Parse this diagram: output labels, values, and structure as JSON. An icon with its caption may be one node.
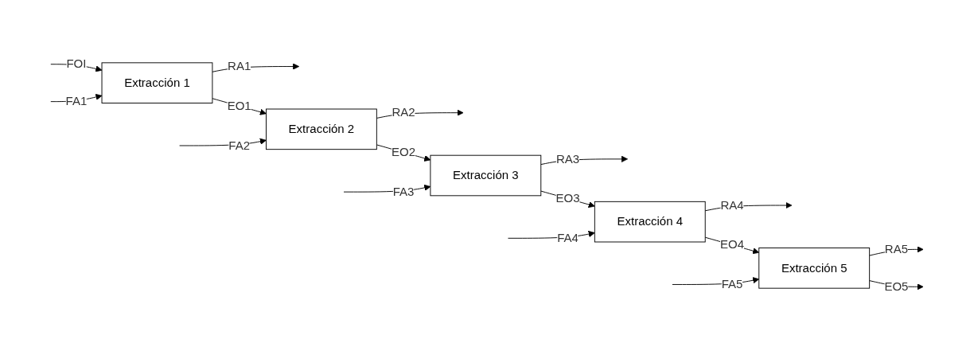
{
  "diagram": {
    "nodes": [
      {
        "text": [
          "Extracción 1"
        ]
      },
      {
        "text": [
          "Extracción 2"
        ]
      },
      {
        "text": [
          "Extracción 3"
        ]
      },
      {
        "text": [
          "Extracción 4"
        ]
      },
      {
        "text": [
          "Extracción 5"
        ]
      }
    ],
    "edges": [
      {
        "from": null,
        "to": 0,
        "arrow": "to",
        "label": "FOI"
      },
      {
        "from": null,
        "to": 0,
        "arrow": "to",
        "label": "FA1"
      },
      {
        "from": 0,
        "to": null,
        "arrow": "to",
        "label": "RA1"
      },
      {
        "from": 0,
        "to": 1,
        "arrow": "to",
        "label": "EO1"
      },
      {
        "from": 1,
        "to": null,
        "arrow": "to",
        "label": "RA2"
      },
      {
        "from": null,
        "to": 1,
        "arrow": "to",
        "label": "FA2"
      },
      {
        "from": 1,
        "to": 2,
        "arrow": "to",
        "label": "EO2"
      },
      {
        "from": 2,
        "to": null,
        "arrow": "to",
        "label": "RA3"
      },
      {
        "from": null,
        "to": 2,
        "arrow": "to",
        "label": "FA3"
      },
      {
        "from": 2,
        "to": 3,
        "arrow": "to",
        "label": "EO3"
      },
      {
        "from": 3,
        "to": null,
        "arrow": "to",
        "label": "RA4"
      },
      {
        "from": null,
        "to": 3,
        "arrow": "to",
        "label": "FA4"
      },
      {
        "from": 3,
        "to": 4,
        "arrow": "to",
        "label": "EO4"
      },
      {
        "from": 4,
        "to": null,
        "arrow": "to",
        "label": "RA5"
      },
      {
        "from": null,
        "to": 4,
        "arrow": "to",
        "label": "FA5"
      },
      {
        "from": 4,
        "to": null,
        "arrow": "to",
        "label": "EO5"
      }
    ]
  }
}
